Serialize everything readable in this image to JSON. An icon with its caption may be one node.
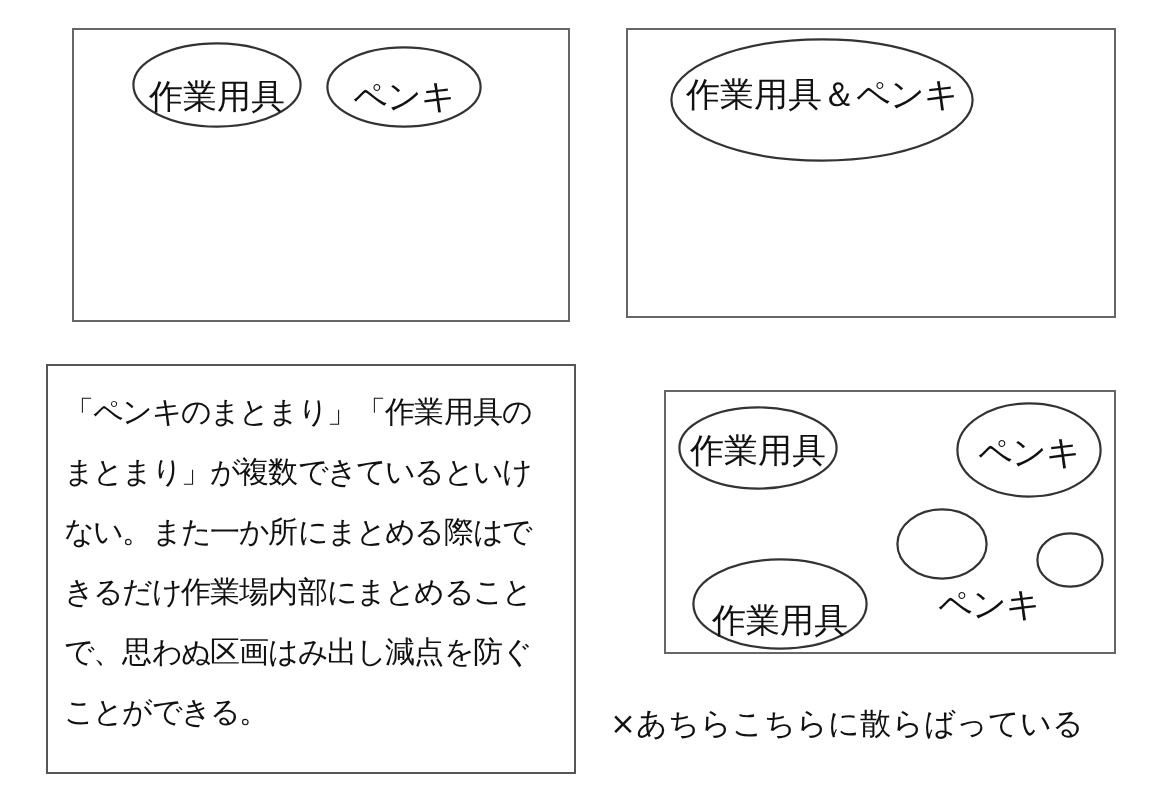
{
  "diagram": {
    "nodes": [
      {
        "text": [],
        "shape": "box"
      },
      {
        "text": [
          "作業用具"
        ],
        "in": 0
      },
      {
        "text": [
          "ペンキ"
        ],
        "in": 0
      },
      {
        "text": [],
        "shape": "box"
      },
      {
        "text": [
          "作業用具＆ペンキ"
        ],
        "in": 3
      },
      {
        "text": [
          "「ペンキのまとまり」「作業用具のまとまり」が複数できているといけない。また一か所にまとめる際はできるだけ作業場内部にまとめることで、思わぬ区画はみ出し減点を防ぐことができる。"
        ]
      },
      {
        "text": [],
        "shape": "box",
        "beside": [
          "×あちらこちらに散らばっている"
        ]
      },
      {
        "text": [
          "作業用具"
        ],
        "in": 6
      },
      {
        "text": [
          "ペンキ"
        ],
        "in": 6
      },
      {
        "text": [],
        "shape": "circle",
        "in": 6
      },
      {
        "text": [],
        "shape": "circle",
        "in": 6
      },
      {
        "text": [
          "作業用具"
        ],
        "in": 6
      }
    ],
    "labels": [
      "ペンキ"
    ]
  }
}
